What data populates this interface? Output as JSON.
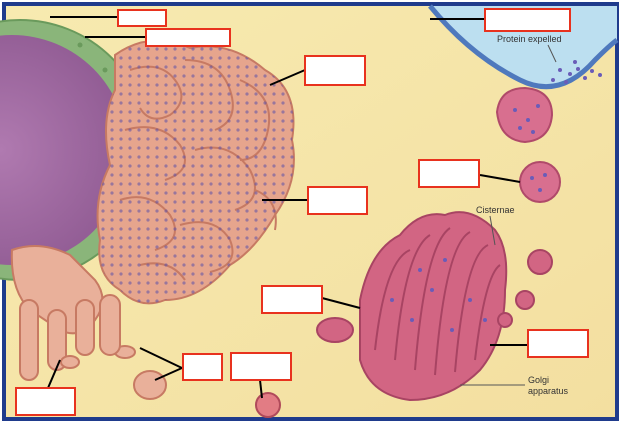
{
  "figure": {
    "labels": {
      "protein_expelled": "Protein expelled",
      "cisternae": "Cisternae",
      "golgi_line1": "Golgi",
      "golgi_line2": "apparatus"
    },
    "answer_boxes": [
      {
        "id": "nuclear-pore",
        "value": ""
      },
      {
        "id": "nuclear-envelope",
        "value": ""
      },
      {
        "id": "plasma-membrane",
        "value": ""
      },
      {
        "id": "ribosomes",
        "value": ""
      },
      {
        "id": "rough-er",
        "value": ""
      },
      {
        "id": "secretory-vesicle",
        "value": ""
      },
      {
        "id": "golgi-apparatus",
        "value": ""
      },
      {
        "id": "golgi-vesicles",
        "value": ""
      },
      {
        "id": "smooth-er",
        "value": ""
      },
      {
        "id": "transport-vesicle",
        "value": ""
      },
      {
        "id": "lysosome",
        "value": ""
      }
    ],
    "colors": {
      "frame_border": "#1f3b8c",
      "background": "#f6e7a6",
      "nucleus": "#a66aa6",
      "nuclear_envelope": "#8ab57a",
      "er": "#e3a088",
      "golgi": "#cf5f7f",
      "plasma_membrane": "#5a86c2",
      "extracellular": "#bcdff0",
      "box_border": "#e8321e",
      "leader_line": "#000000"
    }
  }
}
